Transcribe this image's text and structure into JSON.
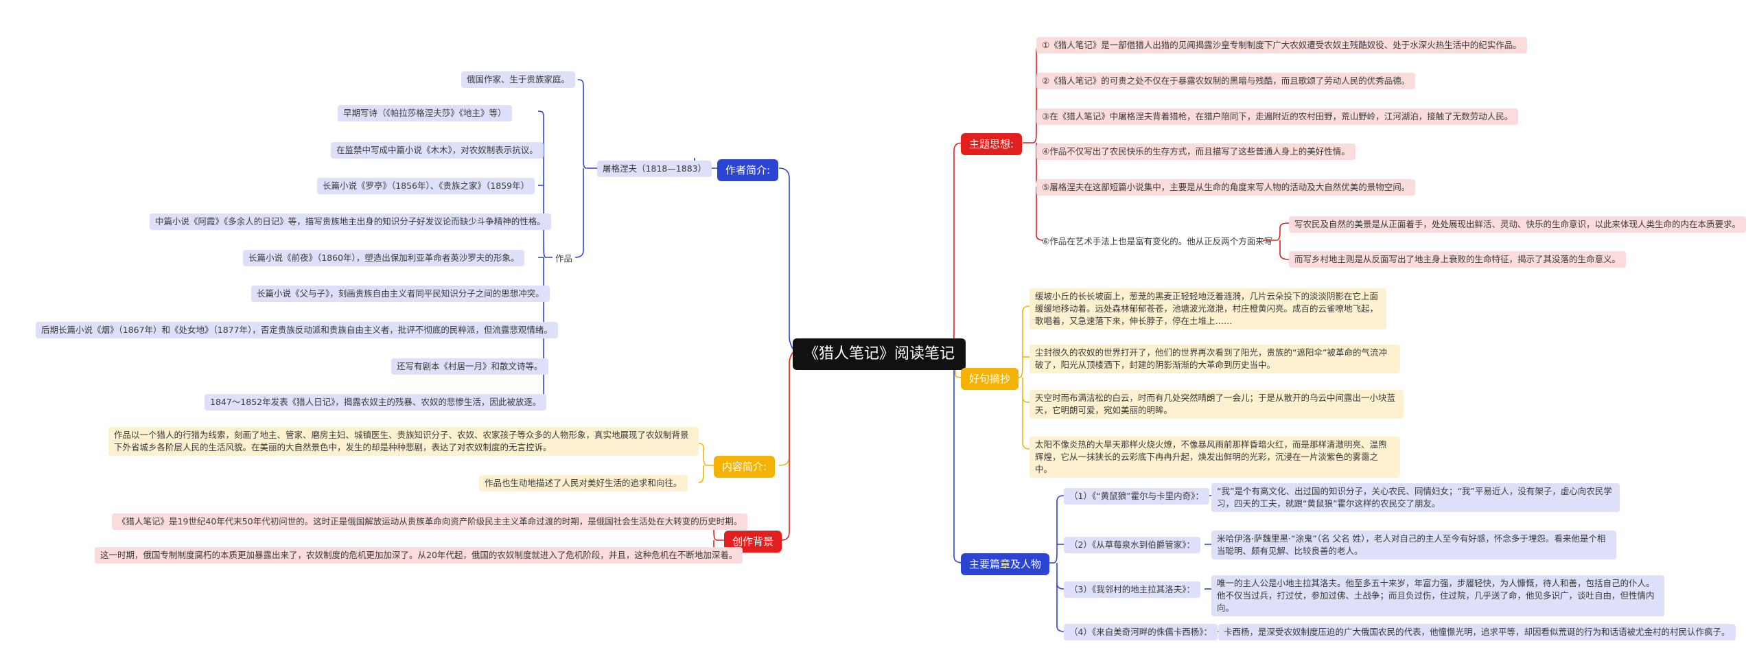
{
  "root": "《猎人笔记》阅读笔记",
  "branches": {
    "author": {
      "label": "作者简介:",
      "name_node": "屠格涅夫（1818—1883）",
      "bio": "俄国作家、生于贵族家庭。",
      "works_label": "作品",
      "works": [
        "早期写诗（《帕拉莎格涅夫莎》《地主》等）",
        "在监禁中写成中篇小说《木木》，对农奴制表示抗议。",
        "长篇小说《罗亭》（1856年）、《贵族之家》（1859年）",
        "中篇小说《阿霞》《多余人的日记》等，描写贵族地主出身的知识分子好发议论而缺少斗争精神的性格。",
        "长篇小说《前夜》（1860年），塑造出保加利亚革命者英沙罗夫的形象。",
        "长篇小说《父与子》，刻画贵族自由主义者同平民知识分子之间的思想冲突。",
        "后期长篇小说《烟》（1867年）和《处女地》（1877年），否定贵族反动派和贵族自由主义者，批评不彻底的民粹派，但流露悲观情绪。",
        "还写有剧本《村居一月》和散文诗等。",
        "1847～1852年发表《猎人日记》，揭露农奴主的残暴、农奴的悲惨生活，因此被放逐。"
      ]
    },
    "content": {
      "label": "内容简介:",
      "items": [
        "作品以一个猎人的行猎为线索，刻画了地主、管家、磨房主妇、城镇医生、贵族知识分子、农奴、农家孩子等众多的人物形象，真实地展现了农奴制背景下外省城乡各阶层人民的生活风貌。在美丽的大自然景色中，发生的却是种种悲剧，表达了对农奴制度的无言控诉。",
        "作品也生动地描述了人民对美好生活的追求和向往。"
      ]
    },
    "background": {
      "label": "创作背景",
      "items": [
        "《猎人笔记》是19世纪40年代末50年代初问世的。这时正是俄国解放运动从贵族革命向资产阶级民主主义革命过渡的时期，是俄国社会生活处在大转变的历史时期。",
        "这一时期，俄国专制制度腐朽的本质更加暴露出来了，农奴制度的危机更加加深了。从20年代起，俄国的农奴制度就进入了危机阶段，并且，这种危机在不断地加深着。"
      ]
    },
    "theme": {
      "label": "主题思想:",
      "items": [
        "①《猎人笔记》是一部借猎人出猎的见闻揭露沙皇专制制度下广大农奴遭受农奴主残酷奴役、处于水深火热生活中的纪实作品。",
        "②《猎人笔记》的可贵之处不仅在于暴露农奴制的黑暗与残酷，而且歌颂了劳动人民的优秀品德。",
        "③在《猎人笔记》中屠格涅夫背着猎枪，在猎户陪同下，走遍附近的农村田野，荒山野岭，江河湖泊，接触了无数劳动人民。",
        "④作品不仅写出了农民快乐的生存方式，而且描写了这些普通人身上的美好性情。",
        "⑤屠格涅夫在这部短篇小说集中，主要是从生命的角度来写人物的活动及大自然优美的景物空间。",
        "⑥作品在艺术手法上也是富有变化的。他从正反两个方面来写"
      ],
      "sub_items": [
        "写农民及自然的美景是从正面着手，处处展现出鲜活、灵动、快乐的生命意识，以此来体现人类生命的内在本质要求。",
        "而写乡村地主则是从反面写出了地主身上衰败的生命特征，揭示了其没落的生命意义。"
      ]
    },
    "quotes": {
      "label": "好句摘抄",
      "items": [
        "缓坡小丘的长长坡面上，葱茏的黑麦正轻轻地泛着涟漪，几片云朵投下的淡淡阴影在它上面缓缓地移动着。远处森林郁郁苍苍，池塘波光潋滟，村庄橙黄闪亮。成百的云雀嘹地飞起，歌唱着，又急速落下来，伸长脖子，停在土堆上……",
        "尘封很久的农奴的世界打开了，他们的世界再次看到了阳光，贵族的“遮阳伞”被革命的气流冲破了，阳光从顶楼洒下，封建的阴影渐渐的大革命到历史当中。",
        "天空时而布满洁松的白云，时而有几处突然晴朗了一会儿；于是从散开的乌云中间露出一小块蓝天，它明朗可爱，宛如美丽的明眸。",
        "太阳不像炎热的大旱天那样火烧火燎，不像暴风雨前那样昏暗火红，而是那样清澈明亮、温煦辉煌，它从一抹狭长的云彩底下冉冉升起，焕发出鲜明的光彩，沉浸在一片淡紫色的雾霭之中。"
      ]
    },
    "chapters": {
      "label": "主要篇章及人物",
      "items": [
        {
          "title": "（1）《“黄鼠狼”霍尔与卡里内奇》：",
          "desc": "“我”是个有高文化、出过国的知识分子，关心农民、同情妇女；“我”平易近人，没有架子，虚心向农民学习，四天的工夫，就跟“黄鼠狼”霍尔这样的农民交了朋友。"
        },
        {
          "title": "（2）《从草莓泉水到伯爵管家》：",
          "desc": "米哈伊洛·萨魏里黑·“涂鬼”（名 父名 姓），老人对自己的主人至今有好感，怀念多于埋怨。看来他是个相当聪明、颇有见解、比较良善的老人。"
        },
        {
          "title": "（3）《我邻村的地主拉其洛夫》：",
          "desc": "唯一的主人公是小地主拉其洛夫。他至多五十来岁，年富力强，步履轻快，为人慷慨，待人和善，包括自己的仆人。他不仅当过兵，打过仗，参加过佛、土战争；而且负过伤，住过院，几乎送了命，他见多识广，谈吐自由，但性情内向。"
        },
        {
          "title": "（4）《来自美奇河畔的侏儒卡西杨》：",
          "desc": "卡西杨，是深受农奴制度压迫的广大俄国农民的代表，他憧憬光明，追求平等，却因看似荒诞的行为和话语被尤金村的村民认作疯子。"
        }
      ]
    }
  },
  "colors": {
    "blue": "#2b44d1",
    "red": "#e21f1f",
    "yellow": "#f2b305",
    "root": "#111111"
  }
}
